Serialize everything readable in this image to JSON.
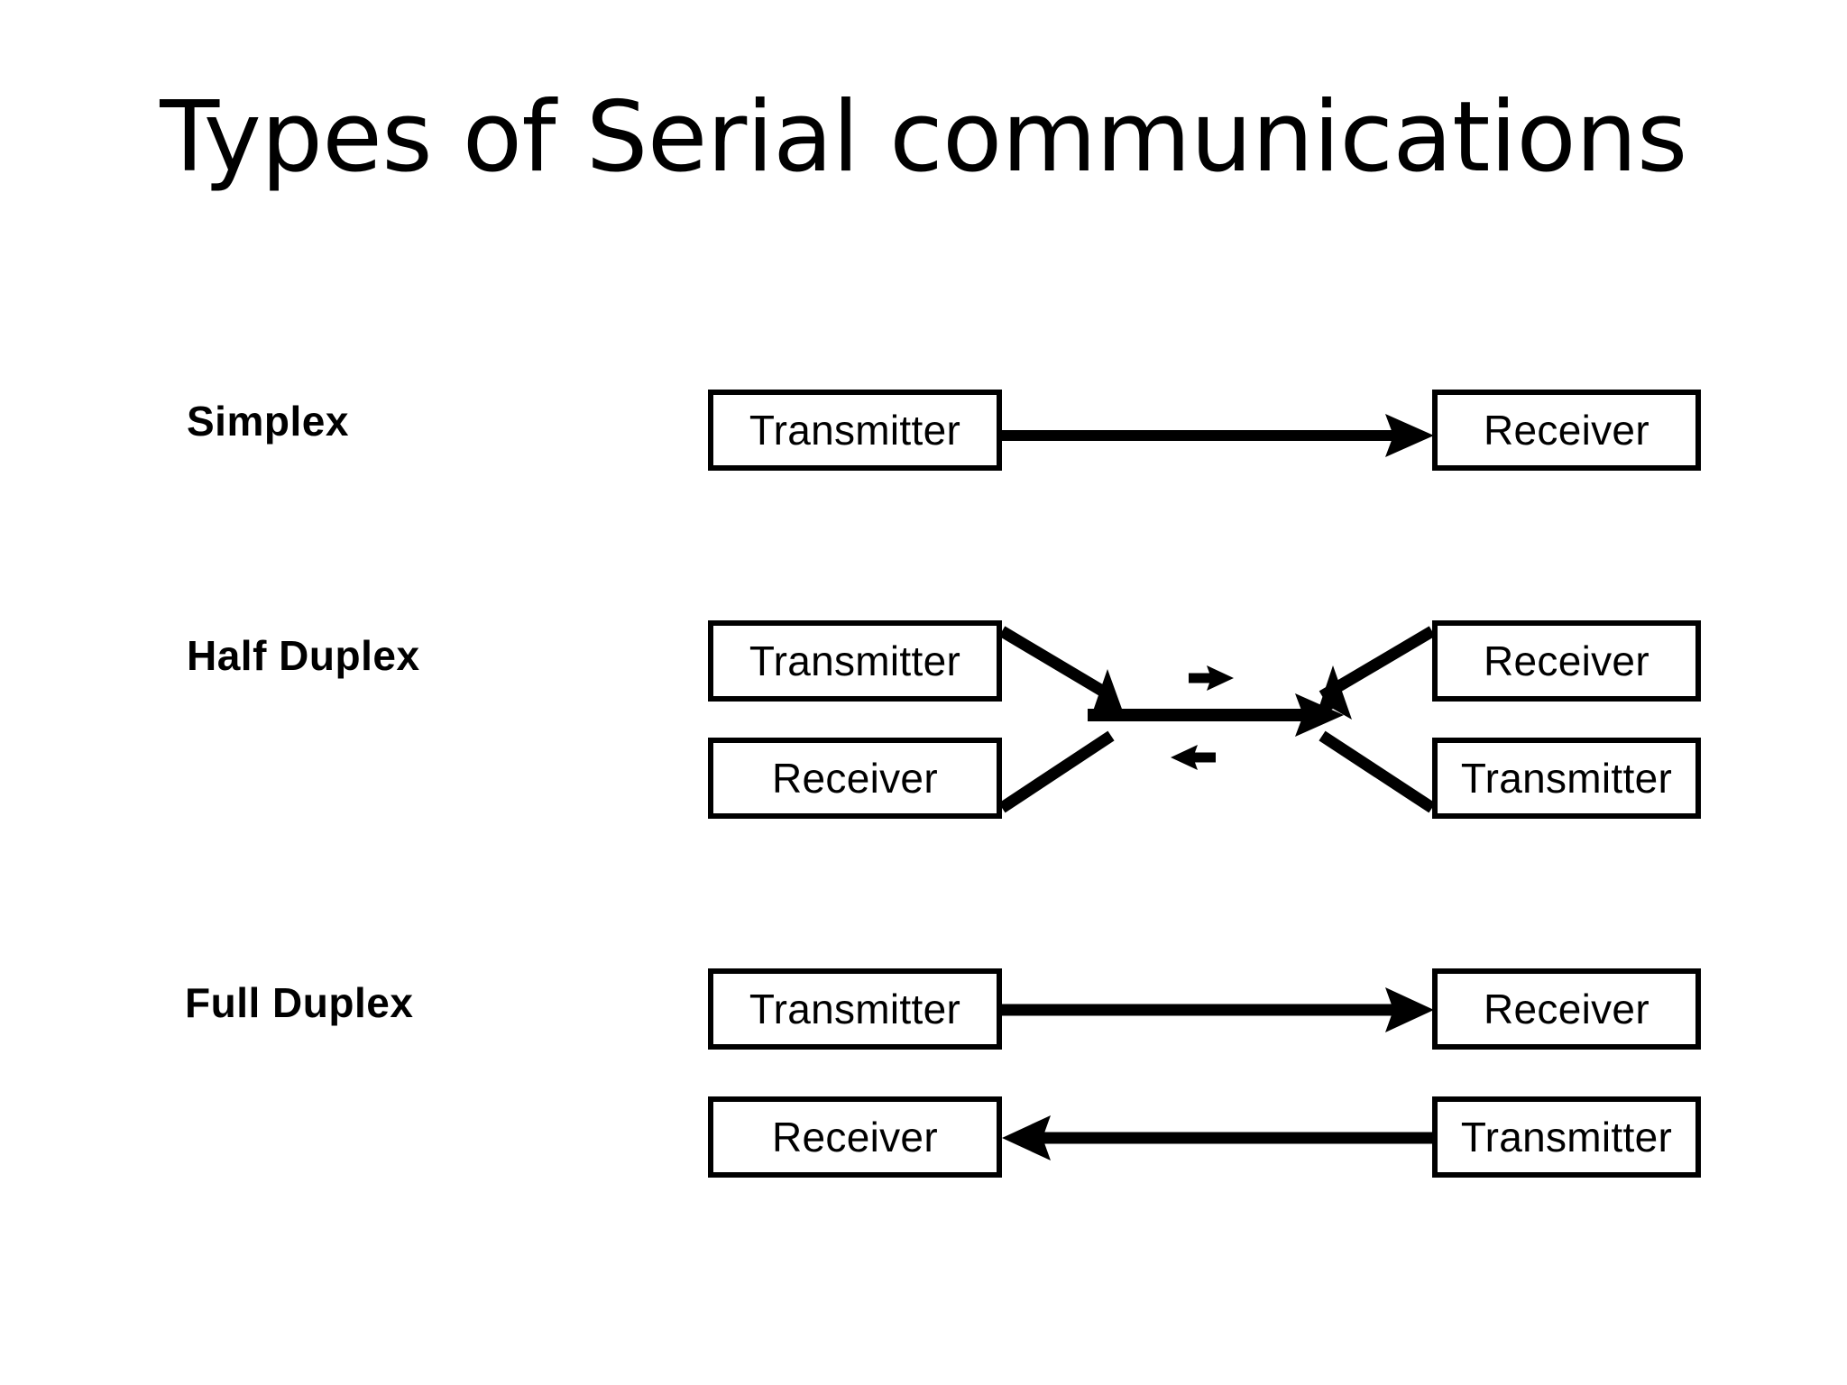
{
  "slide": {
    "title": "Types of Serial communications",
    "background_color": "#ffffff",
    "ink_color": "#000000"
  },
  "labels": {
    "simplex": "Simplex",
    "half_duplex": "Half Duplex",
    "full_duplex": "Full Duplex"
  },
  "nodes": {
    "transmitter": "Transmitter",
    "receiver": "Receiver"
  },
  "diagram": {
    "rows": [
      {
        "name": "simplex",
        "label": "Simplex",
        "left_nodes": [
          "Transmitter"
        ],
        "right_nodes": [
          "Receiver"
        ],
        "links": [
          {
            "from": "Transmitter",
            "to": "Receiver",
            "direction": "right"
          }
        ]
      },
      {
        "name": "half-duplex",
        "label": "Half Duplex",
        "left_nodes": [
          "Transmitter",
          "Receiver"
        ],
        "right_nodes": [
          "Receiver",
          "Transmitter"
        ],
        "links": [
          {
            "from": "shared-bus",
            "to": "shared-bus",
            "direction": "bidirectional"
          }
        ],
        "flow_markers": [
          {
            "direction": "right",
            "position": "above-bus"
          },
          {
            "direction": "left",
            "position": "below-bus"
          }
        ]
      },
      {
        "name": "full-duplex",
        "label": "Full Duplex",
        "left_nodes": [
          "Transmitter",
          "Receiver"
        ],
        "right_nodes": [
          "Receiver",
          "Transmitter"
        ],
        "links": [
          {
            "from": "Transmitter",
            "to": "Receiver",
            "direction": "right"
          },
          {
            "from": "Transmitter",
            "to": "Receiver",
            "direction": "left"
          }
        ]
      }
    ]
  }
}
